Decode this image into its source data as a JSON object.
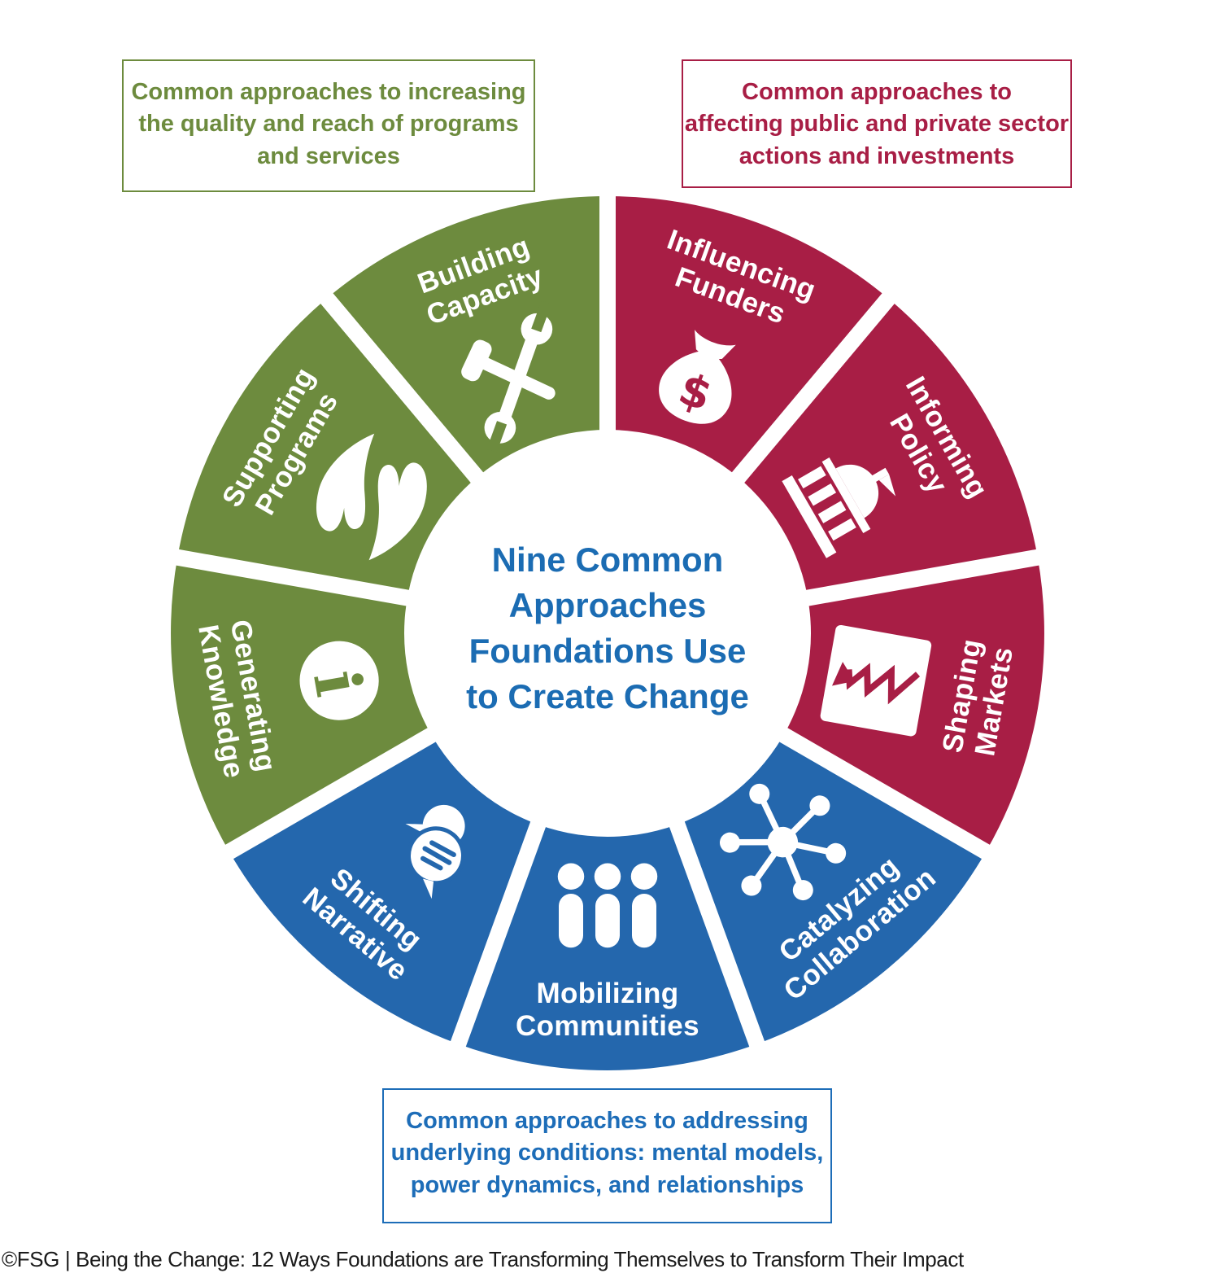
{
  "footer": {
    "text": "©FSG | Being the Change: 12 Ways Foundations are Transforming Themselves to Transform Their Impact"
  },
  "center_title": {
    "lines": [
      "Nine Common",
      "Approaches",
      "Foundations Use",
      "to Create Change"
    ],
    "color": "#1b6cb3"
  },
  "callouts": [
    {
      "id": "programs-quality",
      "color": "#6d8b3e",
      "lines": [
        "Common approaches to increasing",
        "the quality and reach of programs",
        "and services"
      ]
    },
    {
      "id": "sector-actions",
      "color": "#a81e45",
      "lines": [
        "Common approaches to",
        "affecting public and private sector",
        "actions and investments"
      ]
    },
    {
      "id": "underlying-conditions",
      "color": "#1d6db8",
      "lines": [
        "Common approaches to addressing",
        "underlying conditions: mental models,",
        "power dynamics, and relationships"
      ]
    }
  ],
  "wheel": {
    "group_colors": {
      "green": "#6d8b3e",
      "red": "#a81e45",
      "blue": "#2467ad"
    },
    "segments": [
      {
        "label": "Influencing Funders",
        "lines": [
          "Influencing",
          "Funders"
        ],
        "group": "red",
        "icon": "money-bag"
      },
      {
        "label": "Informing Policy",
        "lines": [
          "Informing",
          "Policy"
        ],
        "group": "red",
        "icon": "capitol"
      },
      {
        "label": "Shaping Markets",
        "lines": [
          "Shaping",
          "Markets"
        ],
        "group": "red",
        "icon": "market-chart"
      },
      {
        "label": "Catalyzing Collaboration",
        "lines": [
          "Catalyzing",
          "Collaboration"
        ],
        "group": "blue",
        "icon": "network"
      },
      {
        "label": "Mobilizing Communities",
        "lines": [
          "Mobilizing",
          "Communities"
        ],
        "group": "blue",
        "icon": "people"
      },
      {
        "label": "Shifting Narrative",
        "lines": [
          "Shifting",
          "Narrative"
        ],
        "group": "blue",
        "icon": "speech-bubbles"
      },
      {
        "label": "Generating Knowledge",
        "lines": [
          "Generating",
          "Knowledge"
        ],
        "group": "green",
        "icon": "info"
      },
      {
        "label": "Supporting Programs",
        "lines": [
          "Supporting",
          "Programs"
        ],
        "group": "green",
        "icon": "hands"
      },
      {
        "label": "Building Capacity",
        "lines": [
          "Building",
          "Capacity"
        ],
        "group": "green",
        "icon": "tools"
      }
    ]
  }
}
